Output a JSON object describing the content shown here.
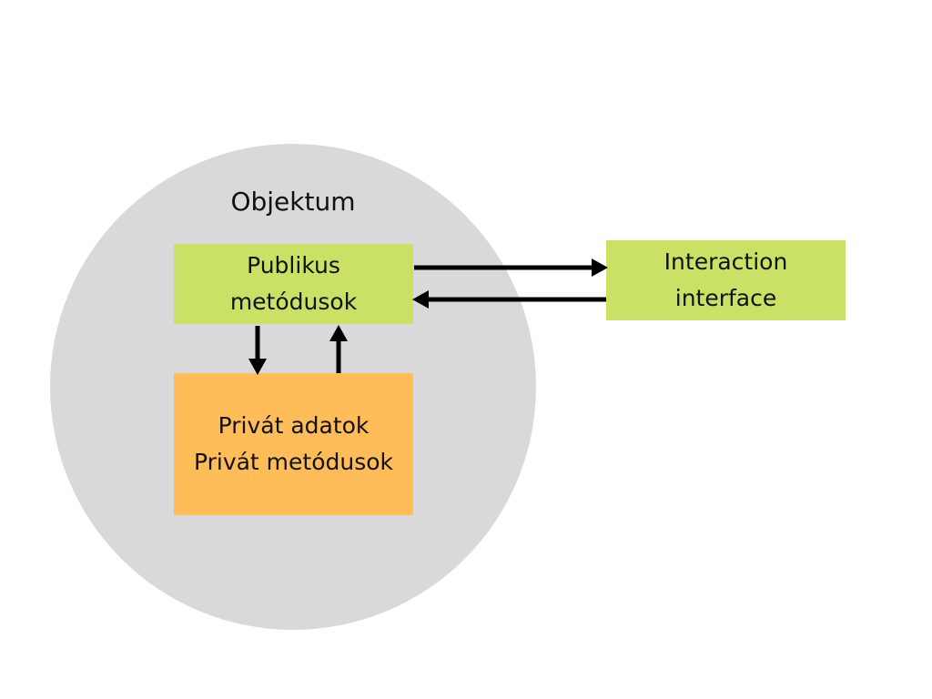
{
  "diagram": {
    "object_title": "Objektum",
    "public_methods": {
      "line1": "Publikus",
      "line2": "metódusok"
    },
    "private_block": {
      "line1": "Privát adatok",
      "line2": "Privát metódusok"
    },
    "interaction_interface": {
      "line1": "Interaction",
      "line2": "interface"
    }
  },
  "colors": {
    "circle": "#d9d9d9",
    "public_box": "#c9e265",
    "private_box": "#ffbd59",
    "interface_box": "#c9e265",
    "arrow": "#000000"
  }
}
